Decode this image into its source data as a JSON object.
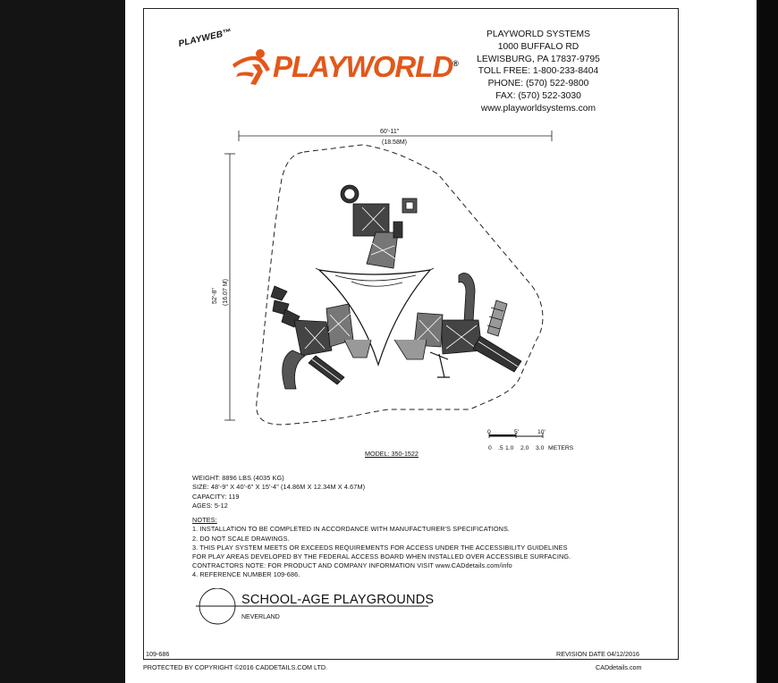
{
  "header": {
    "playweb_mark": "PLAYWEB™",
    "logo_text": "PLAYWORLD",
    "logo_registered": "®",
    "company_lines": [
      "PLAYWORLD SYSTEMS",
      "1000 BUFFALO RD",
      "LEWISBURG, PA 17837-9795",
      "TOLL FREE: 1-800-233-8404",
      "PHONE: (570) 522-9800",
      "FAX: (570) 522-3030",
      "www.playworldsystems.com"
    ]
  },
  "drawing": {
    "width_dim": "60'-11\"",
    "width_dim_metric": "(18.58M)",
    "height_dim": "52'-8\"",
    "height_dim_metric": "(16.07 M)"
  },
  "scale": {
    "feet_labels": [
      "0",
      "5'",
      "10'"
    ],
    "meter_labels": [
      "0",
      ".5",
      "1.0",
      "2.0",
      "3.0"
    ],
    "meters_unit": "METERS"
  },
  "model": "MODEL: 350-1522",
  "specs": {
    "weight": "WEIGHT: 8896 LBS (4035 KG)",
    "size": "SIZE: 48'-9\" X 40'-6\" X 15'-4\" (14.86M X 12.34M X 4.67M)",
    "capacity": "CAPACITY: 119",
    "ages": "AGES: 5-12"
  },
  "notes": {
    "heading": "NOTES:",
    "lines": [
      "1.  INSTALLATION TO BE COMPLETED IN ACCORDANCE WITH MANUFACTURER'S SPECIFICATIONS.",
      "2.  DO NOT SCALE DRAWINGS.",
      "3.  THIS PLAY SYSTEM MEETS OR EXCEEDS REQUIREMENTS FOR ACCESS UNDER THE ACCESSIBILITY GUIDELINES",
      "      FOR PLAY AREAS DEVELOPED BY THE FEDERAL ACCESS BOARD WHEN INSTALLED OVER ACCESSIBLE SURFACING.",
      "      CONTRACTORS NOTE: FOR PRODUCT AND COMPANY INFORMATION VISIT www.CADdetails.com/info",
      "4.  REFERENCE NUMBER 109-686."
    ]
  },
  "title_block": {
    "title": "SCHOOL-AGE PLAYGROUNDS",
    "subtitle": "NEVERLAND"
  },
  "footer": {
    "ref": "109-686",
    "revision": "REVISION DATE 04/12/2016",
    "copyright": "PROTECTED BY COPYRIGHT ©2016 CADDETAILS.COM LTD.",
    "cad": "CADdetails.com"
  }
}
